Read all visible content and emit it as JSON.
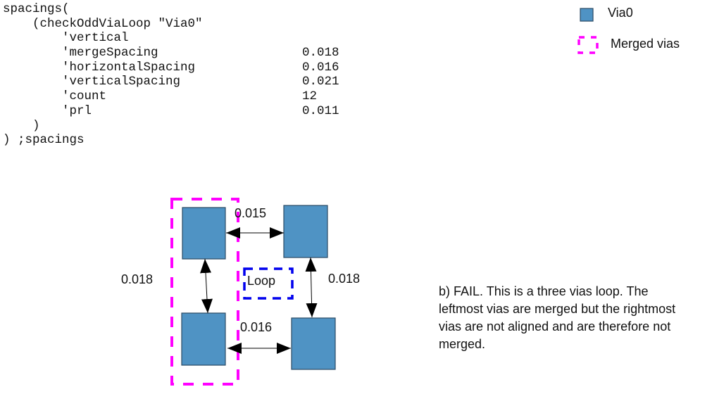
{
  "code": {
    "lines": [
      {
        "text": "spacings(",
        "value": ""
      },
      {
        "text": "    (checkOddViaLoop \"Via0\"",
        "value": ""
      },
      {
        "text": "        'vertical",
        "value": ""
      },
      {
        "text": "        'mergeSpacing",
        "value": "0.018"
      },
      {
        "text": "        'horizontalSpacing",
        "value": "0.016"
      },
      {
        "text": "        'verticalSpacing",
        "value": "0.021"
      },
      {
        "text": "        'count",
        "value": "12"
      },
      {
        "text": "        'prl",
        "value": "0.011"
      },
      {
        "text": "    )",
        "value": ""
      },
      {
        "text": ") ;spacings",
        "value": ""
      }
    ]
  },
  "legend": {
    "items": [
      {
        "label": "Via0",
        "swatch": "via-square",
        "color": "#4f93c4"
      },
      {
        "label": "Merged vias",
        "swatch": "dashed-box",
        "color": "#ff00ff"
      }
    ]
  },
  "diagram": {
    "via_color": "#4f93c4",
    "merged_color": "#ff00ff",
    "loop_color": "#0000ee",
    "loop_label": "Loop",
    "labels": {
      "top_horizontal": "0.015",
      "bottom_horizontal": "0.016",
      "left_vertical": "0.018",
      "right_vertical": "0.018"
    }
  },
  "caption": {
    "text": "b) FAIL. This is a three vias loop. The leftmost vias are merged but the rightmost vias are not aligned and are therefore not merged."
  }
}
